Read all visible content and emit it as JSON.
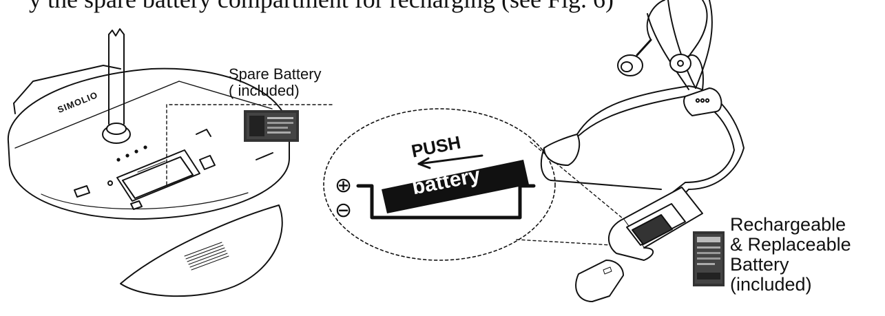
{
  "top_line": "y the spare battery compartment for recharging (see Fig. 6)",
  "spare_battery": {
    "line1": "Spare Battery",
    "line2": "( included)"
  },
  "brand": "SIMOLIO",
  "push_label": "PUSH",
  "battery_label": "battery",
  "plus_symbol": "⊕",
  "minus_symbol": "⊖",
  "rechargeable": {
    "line1": "Rechargeable",
    "line2": "& Replaceable",
    "line3": "Battery",
    "line4": "(included)"
  }
}
